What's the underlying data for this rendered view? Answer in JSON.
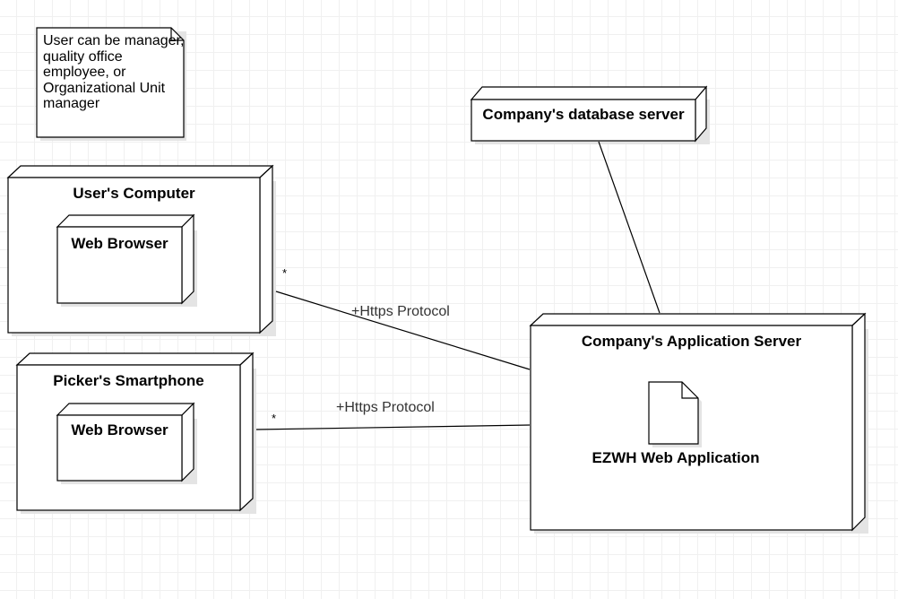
{
  "note": {
    "text": "User can be manager, quality office employee, or Organizational Unit manager"
  },
  "nodes": {
    "database_server": {
      "title": "Company's database server"
    },
    "users_computer": {
      "title": "User's Computer",
      "inner": {
        "title": "Web Browser"
      }
    },
    "pickers_smartphone": {
      "title": "Picker's Smartphone",
      "inner": {
        "title": "Web Browser"
      }
    },
    "application_server": {
      "title": "Company's Application Server",
      "artifact": {
        "title": "EZWH Web Application"
      }
    }
  },
  "connections": [
    {
      "from": "User's Computer",
      "to": "Company's Application Server",
      "label": "+Https Protocol",
      "multiplicity": "*"
    },
    {
      "from": "Picker's Smartphone",
      "to": "Company's Application Server",
      "label": "+Https Protocol",
      "multiplicity": "*"
    },
    {
      "from": "Company's Application Server",
      "to": "Company's database server",
      "label": "",
      "multiplicity": ""
    }
  ],
  "colors": {
    "stroke": "#000000",
    "fill": "#ffffff",
    "shadow": "#e4e4e4",
    "grid": "#f0f0f0"
  }
}
